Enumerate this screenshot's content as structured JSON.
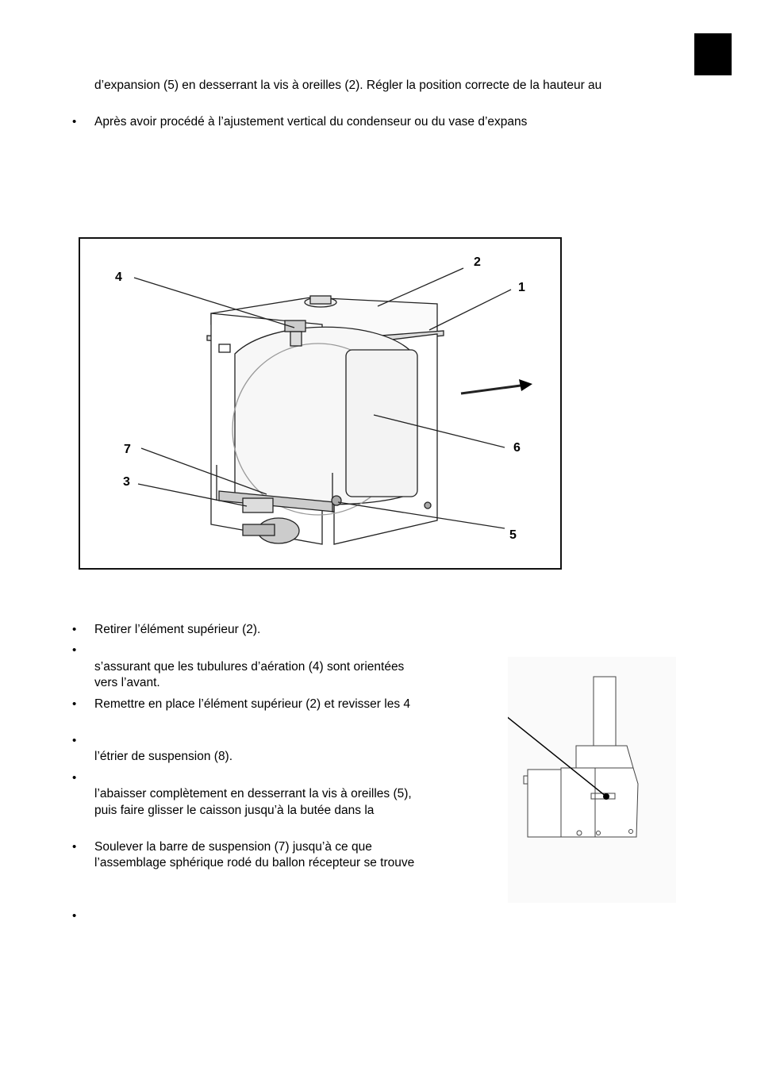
{
  "page": {
    "intro_lines": [
      "d’expansion (5) en desserrant la vis à oreilles (2). Régler la position correcte de la hauteur au",
      "Après avoir procédé à l’ajustement vertical du condenseur ou du vase d’expans"
    ],
    "figure1": {
      "callouts": [
        "4",
        "2",
        "1",
        "6",
        "7",
        "3",
        "5"
      ]
    },
    "steps": [
      {
        "lines": [
          "Retirer l’élément supérieur (2)."
        ]
      },
      {
        "lines": [
          "",
          "s’assurant que les tubulures d’aération (4) sont orientées",
          "vers l’avant."
        ]
      },
      {
        "lines": [
          "Remettre en place l’élément supérieur (2) et revisser les 4"
        ]
      },
      {
        "lines": [
          "",
          "l’étrier de suspension (8)."
        ]
      },
      {
        "lines": [
          "",
          "l’abaisser complètement en desserrant la vis à oreilles (5),",
          "puis faire glisser le caisson jusqu’à la butée dans la"
        ]
      },
      {
        "lines": [
          "Soulever la barre de suspension (7) jusqu’à ce que",
          "l’assemblage sphérique rodé du ballon récepteur se trouve"
        ]
      },
      {
        "lines": [
          ""
        ]
      }
    ]
  }
}
